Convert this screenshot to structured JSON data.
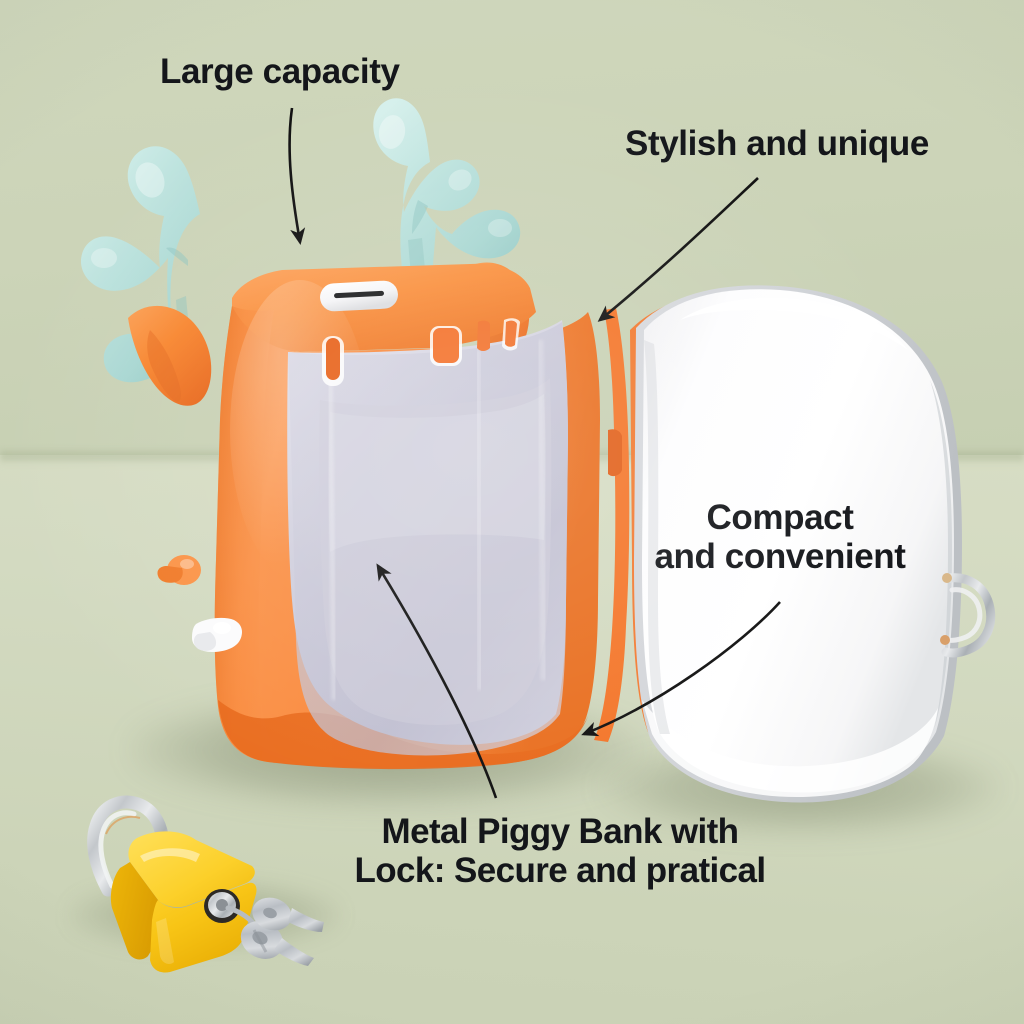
{
  "image": {
    "subject": "Metal piggy bank with deer antlers, open door and padlock",
    "background_color": "#ccd4b8",
    "floor_color": "#d3dac1"
  },
  "colors": {
    "body_orange": "#f58030",
    "body_orange_dark": "#e2671c",
    "body_orange_light": "#fb9a52",
    "antler_mint": "#b9e1dc",
    "antler_mint_dark": "#93ccc6",
    "interior_lavender": "#c8c7d6",
    "interior_lavender_light": "#dedce8",
    "door_white": "#ffffff",
    "door_shade": "#e6e8ea",
    "padlock_yellow": "#f7c517",
    "padlock_yellow_dark": "#e0a905",
    "metal_silver": "#c6c9cd",
    "text_color": "#14161a",
    "arrow_color": "#111111"
  },
  "labels": {
    "large_capacity": "Large capacity",
    "stylish_unique": "Stylish and unique",
    "compact_convenient": "Compact\nand convenient",
    "metal_lock": "Metal Piggy Bank with\nLock: Secure and pratical"
  },
  "callouts": [
    {
      "id": "large-capacity",
      "text": "Large capacity",
      "points_to": "coin-slot-top"
    },
    {
      "id": "stylish-unique",
      "text": "Stylish and unique",
      "points_to": "bank-body-edge"
    },
    {
      "id": "compact-convenient",
      "text": "Compact and convenient",
      "points_to": "door-bottom-edge"
    },
    {
      "id": "metal-lock",
      "text": "Metal Piggy Bank with Lock: Secure and pratical",
      "points_to": "interior-cavity"
    }
  ],
  "parts": {
    "antler_left": "left-antler",
    "antler_right": "right-antler",
    "ear_left": "left-ear",
    "ear_right": "right-ear",
    "coin_slot": "coin-slot",
    "body": "bank-body",
    "interior": "interior-cavity",
    "door": "door-panel",
    "hinge": "door-hinge",
    "latch_loop": "metal-latch-loop",
    "knob": "orange-knob",
    "white_latch": "white-latch",
    "padlock": "padlock",
    "keys": "keys"
  }
}
